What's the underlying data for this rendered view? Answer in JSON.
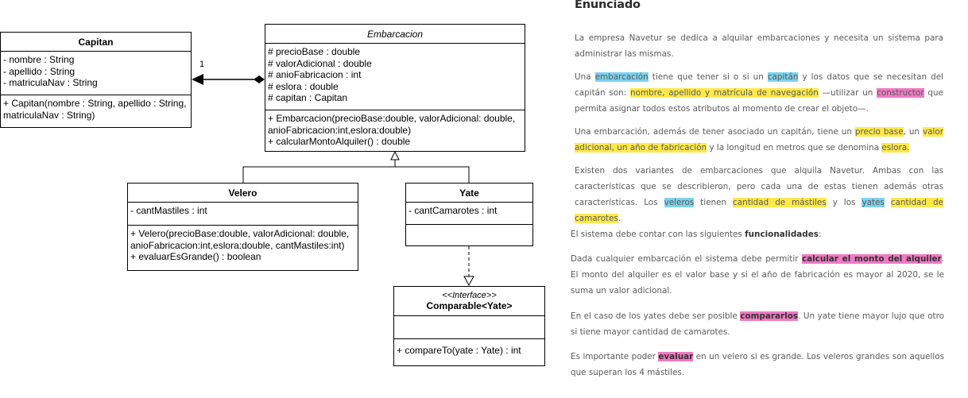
{
  "diagram": {
    "capitan": {
      "name": "Capitan",
      "attributes": [
        "- nombre : String",
        "- apellido : String",
        "- matriculaNav : String"
      ],
      "methods": [
        "+ Capitan(nombre : String, apellido : String, matriculaNav : String)"
      ]
    },
    "embarcacion": {
      "name": "Embarcacion",
      "attributes": [
        "# precioBase : double",
        "# valorAdicional : double",
        "# anioFabricacion : int",
        "# eslora : double",
        "# capitan : Capitan"
      ],
      "methods": [
        "+ Embarcacion(precioBase:double, valorAdicional: double, anioFabricacion:int,eslora:double)",
        "+ calcularMontoAlquiler() : double"
      ]
    },
    "velero": {
      "name": "Velero",
      "attributes": [
        "- cantMastiles : int"
      ],
      "methods": [
        "+ Velero(precioBase:double, valorAdicional: double, anioFabricacion:int,eslora:double, cantMastiles:int)",
        "+ evaluarEsGrande() : boolean"
      ]
    },
    "yate": {
      "name": "Yate",
      "attributes": [
        "- cantCamarotes : int"
      ],
      "methods": []
    },
    "comparable": {
      "stereotype": "<<Interface>>",
      "name": "Comparable<Yate>",
      "attributes": [],
      "methods": [
        "+ compareTo(yate : Yate) : int"
      ]
    },
    "multiplicity": "1"
  },
  "enunciado": {
    "title": "Enunciado",
    "p1": "La empresa Navetur se dedica a alquilar embarcaciones y necesita un sistema para administrar las mismas.",
    "p2": {
      "t1": "Una ",
      "h1": "embarcación",
      "t2": " tiene que tener si o si un ",
      "h2": "capitán",
      "t3": " y los datos que se necesitan del capitán son: ",
      "h3": "nombre, apellido y matrícula de navegación",
      "t4": " —utilizar un ",
      "h4": "constructor",
      "t5": " que permita asignar todos estos atributos al momento de crear el objeto—."
    },
    "p3": {
      "t1": "Una embarcación, además de tener asociado un capitán, tiene un ",
      "h1": "precio base",
      "t2": ", un ",
      "h2": "valor adicional, un año de fabricación",
      "t3": " y la longitud en metros que se denomina ",
      "h3": "eslora.",
      "t4": ""
    },
    "p4": {
      "t1": "Existen dos variantes de embarcaciones que alquila Navetur. Ambas con las características que se describieron, pero cada una de estas tienen además otras características. Los ",
      "h1": "veleros",
      "t2": " tienen ",
      "h2": "cantidad de mástiles",
      "t3": " y los ",
      "h3": "yates",
      "t4": " ",
      "h4": "cantidad de camarotes",
      "t5": "."
    },
    "p5": {
      "t1": "El sistema debe contar con las siguientes ",
      "b1": "funcionalidades",
      "t2": ":"
    },
    "p6": {
      "t1": "Dada cualquier embarcación el sistema debe permitir ",
      "h1": "calcular el monto del alquiler",
      "t2": ". El monto del alquiler es el valor base y si el año de fabricación es mayor al 2020, se le suma un valor adicional."
    },
    "p7": {
      "t1": "En el caso de los yates debe ser posible ",
      "h1": "compararlos",
      "t2": ". Un yate tiene mayor lujo que otro si tiene mayor cantidad de camarotes."
    },
    "p8": {
      "t1": "Es importante poder ",
      "h1": "evaluar",
      "t2": " en un velero si es grande. Los veleros grandes son aquellos que superan los 4 mástiles."
    },
    "colors": {
      "blue": "#7ed2ee",
      "yellow": "#ffe94a",
      "pink": "#f07ac3"
    }
  }
}
